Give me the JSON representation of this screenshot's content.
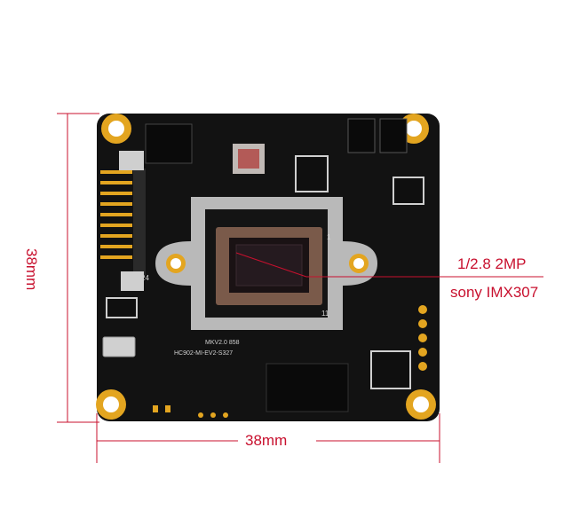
{
  "dimensions": {
    "width_label": "38mm",
    "height_label": "38mm"
  },
  "callouts": {
    "resolution": "1/2.8 2MP",
    "sensor": "sony IMX307"
  },
  "board_silkscreen": {
    "line1": "MKV2.0 858",
    "line2": "HC902-MI-EV2-S327",
    "pin_24": "24",
    "pin_1": "1",
    "pin_11": "11"
  },
  "colors": {
    "accent": "#c8102e",
    "pcb": "#111111",
    "gold": "#e3a520",
    "silver": "#b9b9b9"
  }
}
